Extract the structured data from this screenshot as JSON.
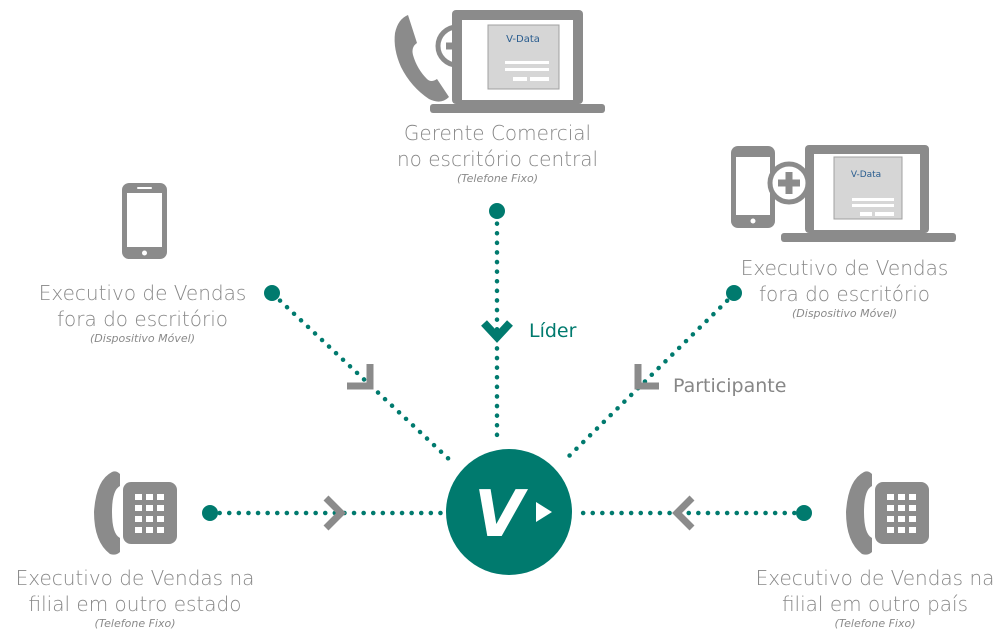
{
  "colors": {
    "teal": "#007a6e",
    "gray": "#8b8b8b",
    "light_gray": "#c8c8c8"
  },
  "center": {
    "logo_text": "V"
  },
  "nodes": {
    "top": {
      "line1": "Gerente Comercial",
      "line2": "no escritório central",
      "sub": "(Telefone Fixo)",
      "icons": [
        "phone-handset-icon",
        "plus-icon",
        "laptop-icon"
      ]
    },
    "left": {
      "line1": "Executivo de Vendas",
      "line2": "fora do escritório",
      "sub": "(Dispositivo Móvel)",
      "icons": [
        "smartphone-icon"
      ]
    },
    "right": {
      "line1": "Executivo de Vendas",
      "line2": "fora do escritório",
      "sub": "(Dispositivo Móvel)",
      "icons": [
        "smartphone-icon",
        "plus-icon",
        "laptop-icon"
      ]
    },
    "bottom_left": {
      "line1": "Executivo de Vendas na",
      "line2": "filial em outro estado",
      "sub": "(Telefone Fixo)",
      "icons": [
        "desk-phone-icon"
      ]
    },
    "bottom_right": {
      "line1": "Executivo de Vendas na",
      "line2": "filial em outro país",
      "sub": "(Telefone Fixo)",
      "icons": [
        "desk-phone-icon"
      ]
    }
  },
  "roles": {
    "leader": "Líder",
    "participant": "Participante"
  },
  "screen": {
    "brand": "V-Data"
  }
}
